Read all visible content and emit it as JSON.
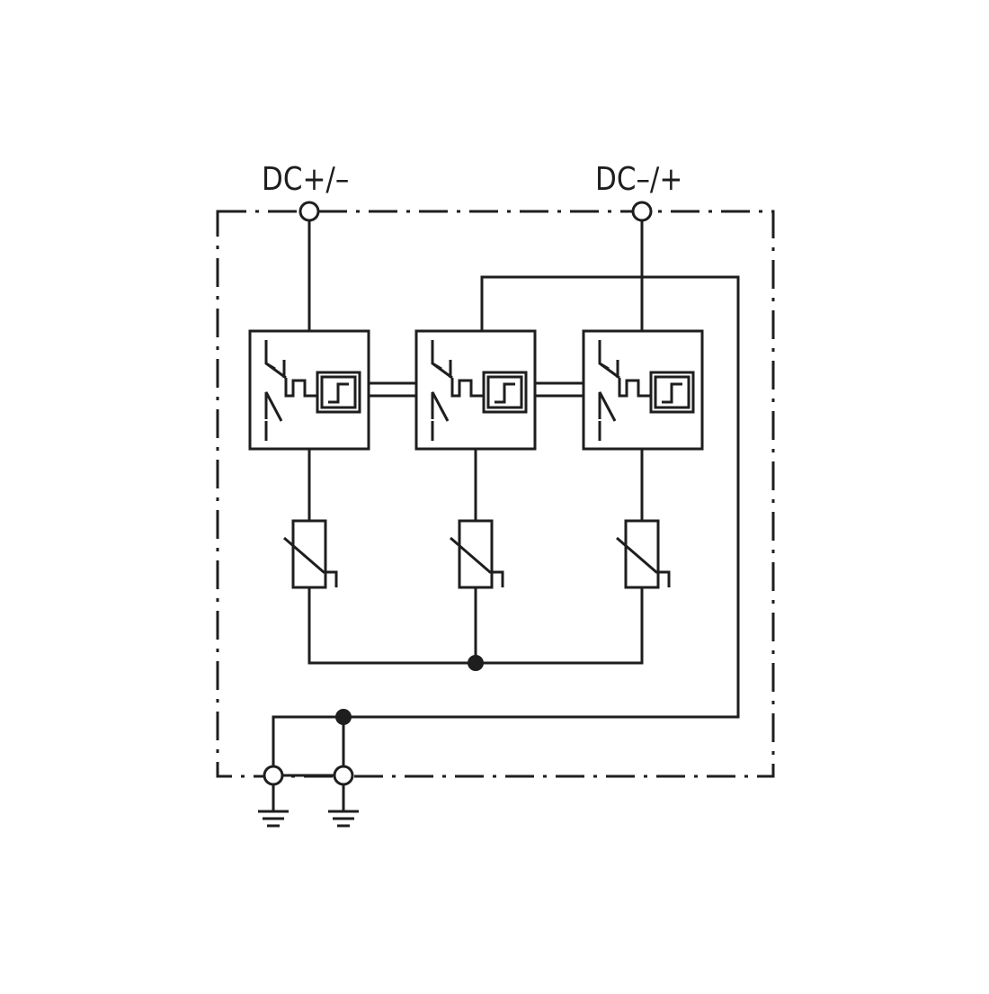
{
  "diagram": {
    "terminals": {
      "dc_left": "DC+/–",
      "dc_right": "DC–/+"
    },
    "colors": {
      "line": "#1e1e1e",
      "background": "#ffffff"
    },
    "components": {
      "thermal_disconnect_modules": 3,
      "varistors": 3,
      "ground_terminals": 2
    }
  }
}
